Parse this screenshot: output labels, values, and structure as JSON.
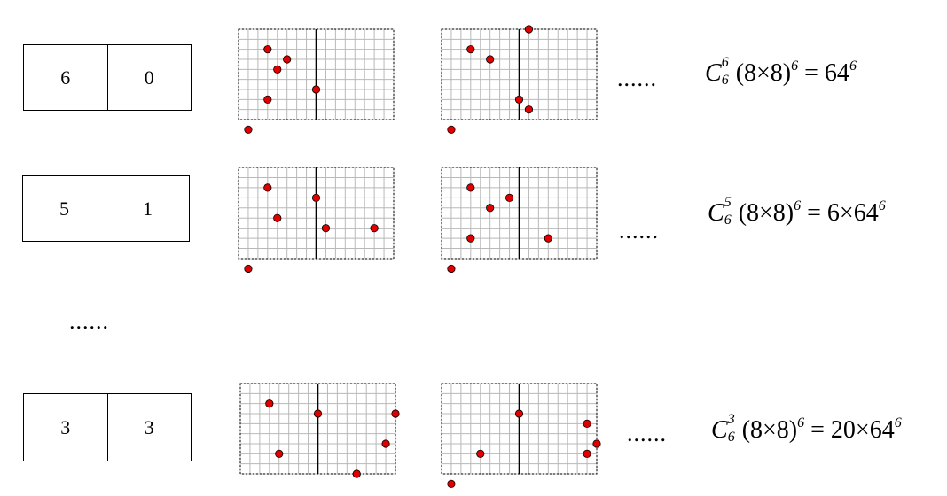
{
  "rows": [
    {
      "left": "6",
      "right": "0",
      "formula": {
        "letter": "C",
        "sup": "6",
        "sub": "6",
        "base": "(8×8)",
        "pow": "6",
        "rhs": "= 64",
        "rhs_pow": "6"
      }
    },
    {
      "left": "5",
      "right": "1",
      "formula": {
        "letter": "C",
        "sup": "5",
        "sub": "6",
        "base": "(8×8)",
        "pow": "6",
        "rhs": "= 6×64",
        "rhs_pow": "6"
      }
    },
    {
      "left": "3",
      "right": "3",
      "formula": {
        "letter": "C",
        "sup": "3",
        "sub": "6",
        "base": "(8×8)",
        "pow": "6",
        "rhs": "= 20×64",
        "rhs_pow": "6"
      }
    }
  ],
  "ellipsis": "......",
  "grid_cells": {
    "cols": 16,
    "rows": 8
  },
  "colors": {
    "grid_line": "#b8b8b8",
    "dot": "#e00000",
    "outline": "#000000"
  },
  "grids": [
    {
      "dots": [
        [
          3,
          2
        ],
        [
          5,
          3
        ],
        [
          4,
          4
        ],
        [
          8,
          6
        ],
        [
          3,
          7
        ],
        [
          1,
          10
        ]
      ]
    },
    {
      "dots": [
        [
          3,
          2
        ],
        [
          9,
          0
        ],
        [
          5,
          3
        ],
        [
          8,
          7
        ],
        [
          9,
          8
        ],
        [
          1,
          10
        ]
      ]
    },
    {
      "dots": [
        [
          3,
          2
        ],
        [
          8,
          3
        ],
        [
          4,
          5
        ],
        [
          9,
          6
        ],
        [
          14,
          6
        ],
        [
          1,
          10
        ]
      ]
    },
    {
      "dots": [
        [
          3,
          2
        ],
        [
          7,
          3
        ],
        [
          5,
          4
        ],
        [
          3,
          7
        ],
        [
          11,
          7
        ],
        [
          1,
          10
        ]
      ]
    },
    {
      "dots": [
        [
          3,
          2
        ],
        [
          8,
          3
        ],
        [
          16,
          3
        ],
        [
          4,
          7
        ],
        [
          15,
          6
        ],
        [
          12,
          9
        ]
      ]
    },
    {
      "dots": [
        [
          8,
          3
        ],
        [
          4,
          7
        ],
        [
          1,
          10
        ],
        [
          15,
          4
        ],
        [
          16,
          6
        ],
        [
          15,
          7
        ]
      ]
    }
  ]
}
